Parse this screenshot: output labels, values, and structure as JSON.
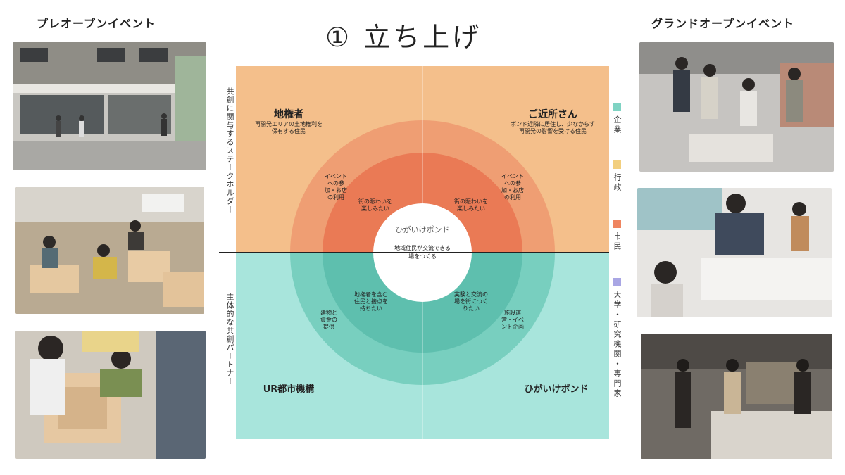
{
  "headings": {
    "left": "プレオープンイベント",
    "right": "グランドオープンイベント",
    "main": "① 立ち上げ"
  },
  "axis_labels": {
    "top": "共創に関与するステークホルダー",
    "bottom": "主体的な共創パートナー"
  },
  "legend": [
    {
      "label": "企業",
      "color": "#7fd3c3"
    },
    {
      "label": "行政",
      "color": "#f2cf7e"
    },
    {
      "label": "市民",
      "color": "#ef8560"
    },
    {
      "label": "大学・研究機関・専門家",
      "color": "#a9a6e4"
    }
  ],
  "colors": {
    "quad_top": "#f4bf8b",
    "ring_top_outer": "#ef9e73",
    "ring_top_inner": "#ea7a55",
    "quad_bottom": "#a8e5dc",
    "ring_bottom_outer": "#78cfbf",
    "ring_bottom_inner": "#5ebfae"
  },
  "quadrants": {
    "top_left": {
      "title": "地権者",
      "desc": "再開発エリアの土地権利を\n保有する住民"
    },
    "top_right": {
      "title": "ご近所さん",
      "desc": "ポンド近隣に居住し、少なからず\n再開発の影響を受ける住民"
    },
    "bottom_left": {
      "title": "UR都市機構"
    },
    "bottom_right": {
      "title": "ひがいけポンド"
    }
  },
  "ring_texts": {
    "tl_outer": "イベント\nへの参\n加・お店\nの利用",
    "tl_inner": "街の賑わいを\n楽しみたい",
    "tr_outer": "イベント\nへの参\n加・お店\nの利用",
    "tr_inner": "街の賑わいを\n楽しみたい",
    "bl_outer": "建物と\n資金の\n提供",
    "bl_inner": "地権者を含む\n住民と接点を\n持ちたい",
    "br_outer": "施設運\n営・イベ\nント企画",
    "br_inner": "実験と交流の\n場を街につく\nりたい"
  },
  "center": {
    "name": "ひがいけポンド",
    "desc": "地域住民が交流できる\n場をつくる"
  }
}
